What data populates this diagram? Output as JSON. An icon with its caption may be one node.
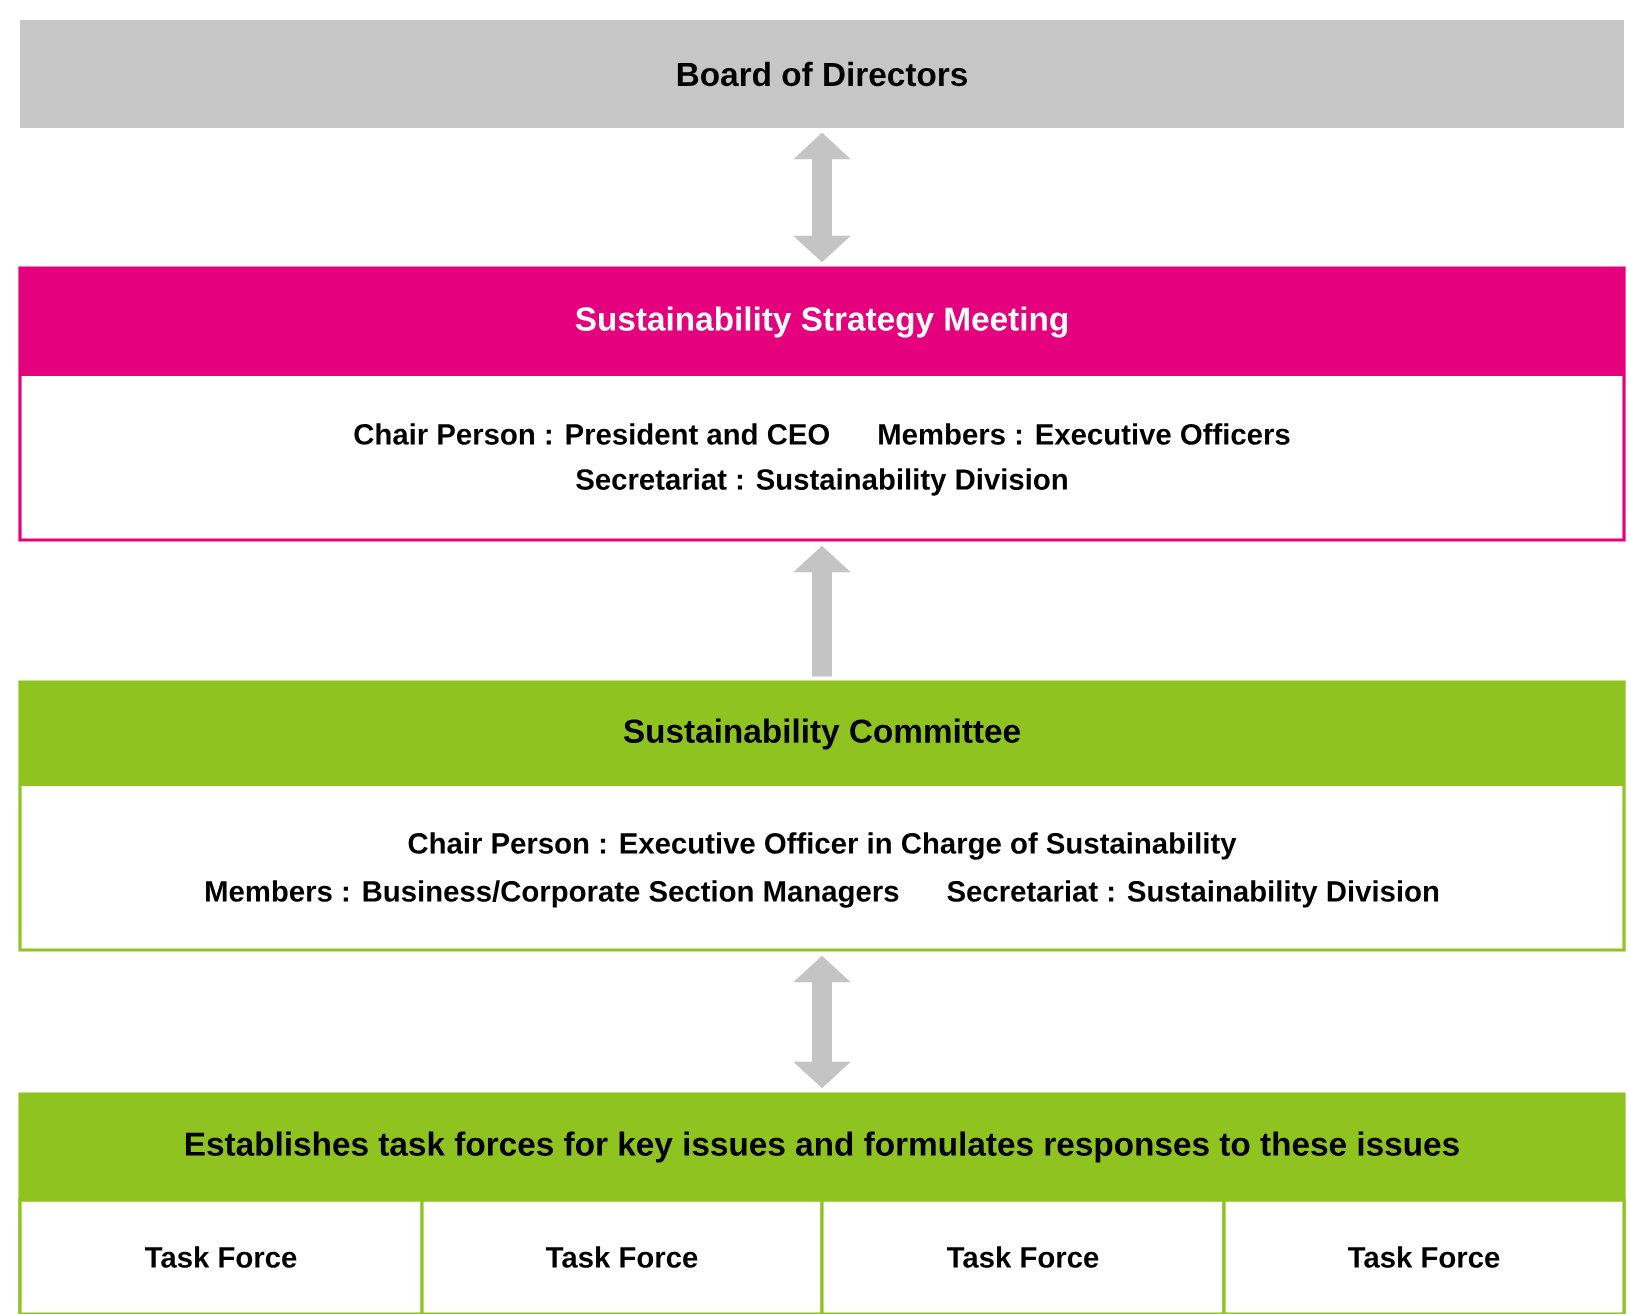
{
  "diagram": {
    "nodes": [
      {
        "text": [
          "Board of Directors"
        ]
      },
      {
        "text": [
          "Sustainability Strategy Meeting",
          "Chair Person : President and CEO",
          "Members : Executive Officers",
          "Secretariat : Sustainability Division"
        ]
      },
      {
        "text": [
          "Sustainability Committee",
          "Chair Person : Executive Officer in Charge of Sustainability",
          "Members : Business/Corporate Section Managers",
          "Secretariat : Sustainability Division"
        ]
      },
      {
        "text": [
          "Establishes task forces for key issues and formulates responses to these issues"
        ]
      },
      {
        "text": [
          "Task Force"
        ],
        "in": 3
      },
      {
        "text": [
          "Task Force"
        ],
        "in": 3
      },
      {
        "text": [
          "Task Force"
        ],
        "in": 3
      },
      {
        "text": [
          "Task Force"
        ],
        "in": 3
      }
    ],
    "edges": [
      {
        "from": 0,
        "to": 1,
        "arrow": "both"
      },
      {
        "from": 2,
        "to": 1,
        "arrow": "to"
      },
      {
        "from": 2,
        "to": 3,
        "arrow": "both"
      }
    ]
  }
}
